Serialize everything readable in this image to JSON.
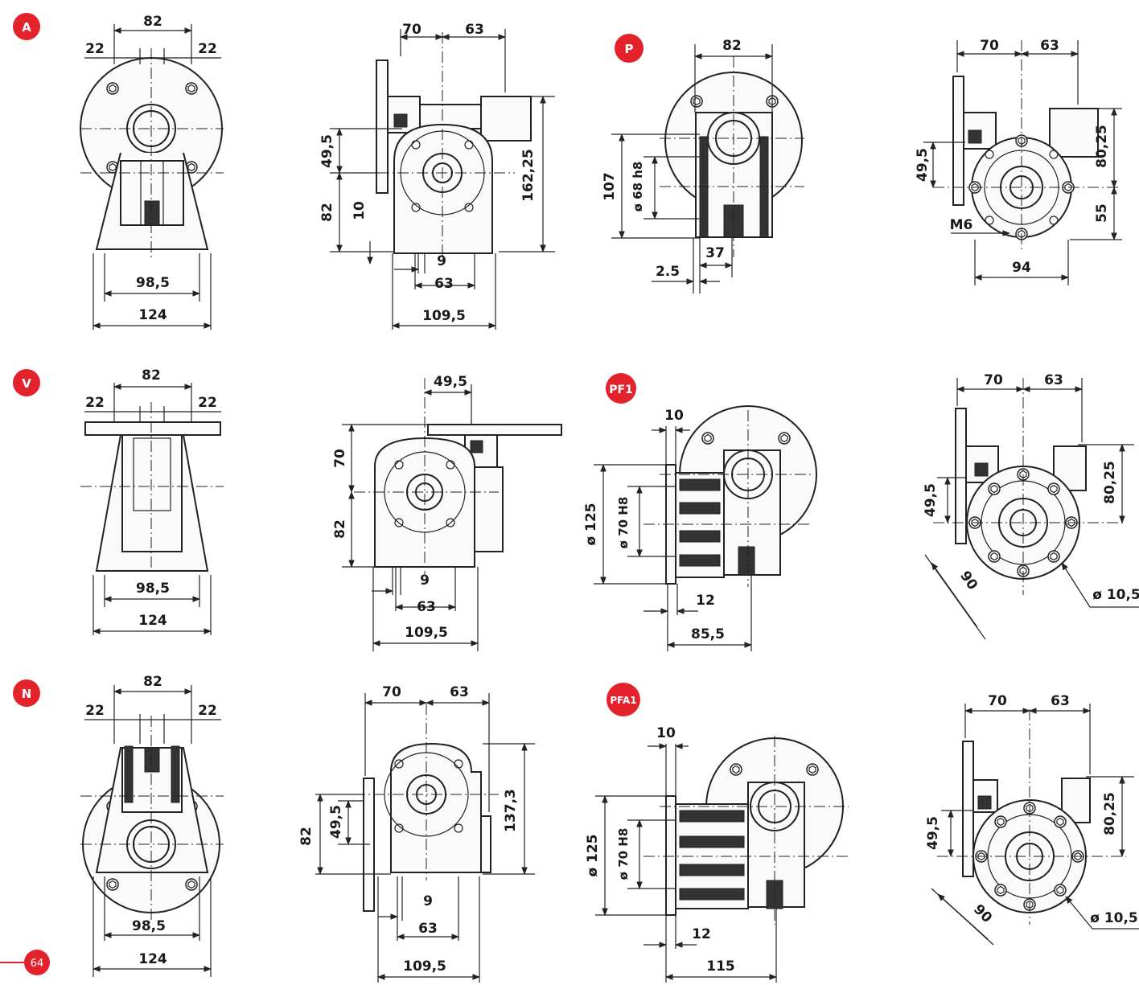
{
  "badge_color": "#e3222b",
  "page_number": "64",
  "views": {
    "A": {
      "badge": "A",
      "top": "82",
      "left": "22",
      "right": "22",
      "inner": "98,5",
      "outer": "124"
    },
    "A2": {
      "w1": "70",
      "w2": "63",
      "h1": "49,5",
      "h2": "82",
      "h3": "10",
      "tall": "162,25",
      "b1": "9",
      "b2": "63",
      "b3": "109,5"
    },
    "P": {
      "badge": "P",
      "top": "82",
      "h": "107",
      "bore": "ø 68 h8",
      "w": "37",
      "off": "2.5"
    },
    "P2": {
      "w1": "70",
      "w2": "63",
      "h1": "49,5",
      "r1": "80,25",
      "r2": "55",
      "thread": "M6",
      "bottom": "94"
    },
    "V": {
      "badge": "V",
      "top": "82",
      "left": "22",
      "right": "22",
      "inner": "98,5",
      "outer": "124"
    },
    "V2": {
      "w1": "49,5",
      "h1": "70",
      "h2": "82",
      "b1": "9",
      "b2": "63",
      "b3": "109,5"
    },
    "PF1": {
      "badge": "PF1",
      "t": "10",
      "d1": "ø 125",
      "d2": "ø 70 H8",
      "s": "12",
      "len": "85,5"
    },
    "PF12": {
      "w1": "70",
      "w2": "63",
      "h1": "49,5",
      "r1": "80,25",
      "pcd": "90",
      "hole": "ø 10,5"
    },
    "N": {
      "badge": "N",
      "top": "82",
      "left": "22",
      "right": "22",
      "inner": "98,5",
      "outer": "124"
    },
    "N2": {
      "w1": "70",
      "w2": "63",
      "h1": "82",
      "h2": "49,5",
      "tall": "137,3",
      "b1": "9",
      "b2": "63",
      "b3": "109,5"
    },
    "PFA1": {
      "badge": "PFA1",
      "t": "10",
      "d1": "ø 125",
      "d2": "ø 70 H8",
      "s": "12",
      "len": "115"
    },
    "PFA12": {
      "w1": "70",
      "w2": "63",
      "h1": "49,5",
      "r1": "80,25",
      "pcd": "90",
      "hole": "ø 10,5"
    }
  }
}
